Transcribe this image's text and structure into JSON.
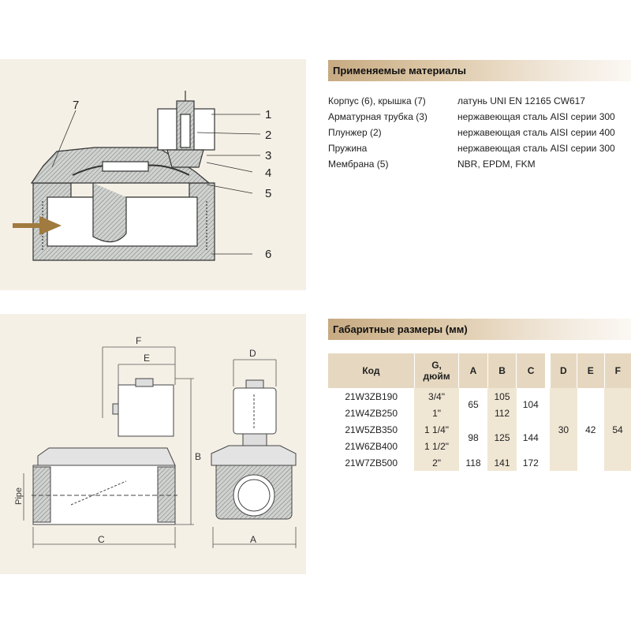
{
  "materials": {
    "title": "Применяемые материалы",
    "items": [
      {
        "name": "Корпус (6), крышка (7)",
        "value": "латунь UNI EN 12165 CW617"
      },
      {
        "name": "Арматурная трубка (3)",
        "value": "нержавеющая сталь AISI серии 300"
      },
      {
        "name": "Плунжер (2)",
        "value": "нержавеющая сталь AISI серии 400"
      },
      {
        "name": "Пружина",
        "value": "нержавеющая сталь AISI серии 300"
      },
      {
        "name": "Мембрана (5)",
        "value": "NBR, EPDM, FKM"
      }
    ]
  },
  "dimensions": {
    "title": "Габаритные размеры (мм)",
    "headers": {
      "code": "Код",
      "g_line1": "G,",
      "g_line2": "дюйм",
      "a": "A",
      "b": "B",
      "c": "C",
      "d": "D",
      "e": "E",
      "f": "F"
    },
    "rows": [
      {
        "code": "21W3ZB190",
        "g": "3/4\""
      },
      {
        "code": "21W4ZB250",
        "g": "1\""
      },
      {
        "code": "21W5ZB350",
        "g": "1 1/4\""
      },
      {
        "code": "21W6ZB400",
        "g": "1 1/2\""
      },
      {
        "code": "21W7ZB500",
        "g": "2\""
      }
    ],
    "a_values": [
      "65",
      "98",
      "118"
    ],
    "b_values": [
      "105",
      "112",
      "125",
      "141"
    ],
    "c_values": [
      "104",
      "144",
      "172"
    ],
    "d_value": "30",
    "e_value": "42",
    "f_value": "54"
  },
  "section_drawing": {
    "callouts": [
      "1",
      "2",
      "3",
      "4",
      "5",
      "6",
      "7"
    ]
  },
  "dimension_drawing": {
    "labels": {
      "f": "F",
      "e": "E",
      "b": "B",
      "c": "C",
      "d": "D",
      "a": "A",
      "pipe": "Pipe"
    }
  }
}
